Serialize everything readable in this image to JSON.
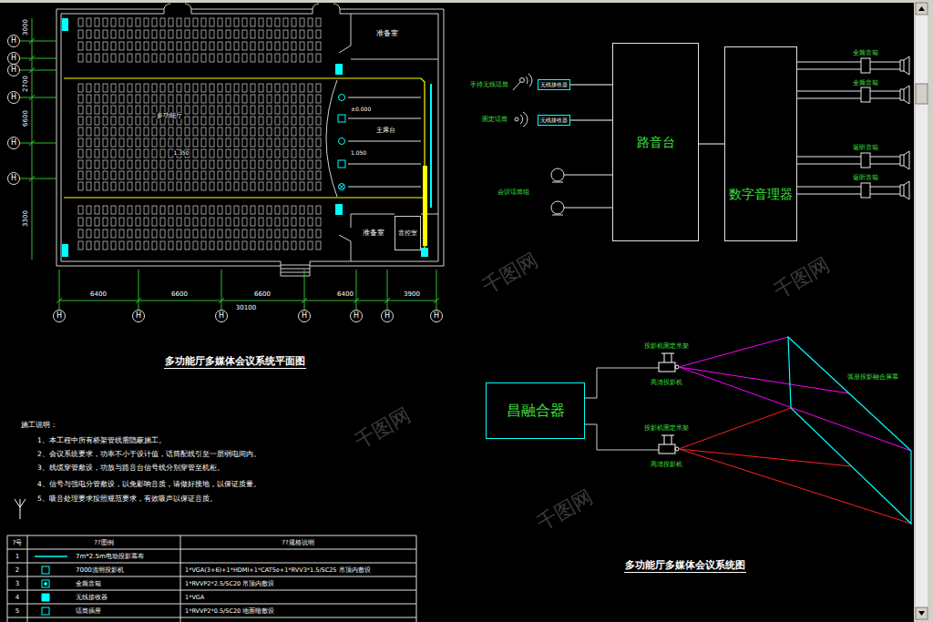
{
  "diagram": {
    "nodes": [
      {
        "text": [
          "音控室"
        ]
      },
      {
        "text": [
          "无线接收器"
        ]
      },
      {
        "text": [
          "无线接收器"
        ]
      },
      {
        "text": [
          "路音台"
        ]
      },
      {
        "text": [
          "数字音理器"
        ]
      },
      {
        "text": [
          "昌融合器"
        ]
      }
    ],
    "edges": [
      {
        "from": 1,
        "to": 3,
        "arrow": "none"
      },
      {
        "from": 2,
        "to": 3,
        "arrow": "none"
      },
      {
        "from": 3,
        "to": 4,
        "arrow": "none"
      }
    ],
    "labels": [
      "准备室",
      "主席台",
      "准备室",
      "多功能厅",
      "±0.000",
      "1.350",
      "1.050",
      "6400",
      "6600",
      "6600",
      "6400",
      "3900",
      "30100",
      "H",
      "H",
      "H",
      "H",
      "H",
      "H",
      "H",
      "H",
      "H",
      "H",
      "H",
      "H",
      "H",
      "3000",
      "2700",
      "6600",
      "3300",
      "多功能厅多媒体会议系统平面图",
      "手持无线话筒",
      "固定话筒",
      "会议话筒组",
      "全频音箱",
      "全频音箱",
      "返听音箱",
      "返听音箱",
      "投影机固定吊架",
      "高清投影机",
      "投影机固定吊架",
      "高清投影机",
      "弧形投影融合屏幕",
      "多功能厅多媒体会议系统图",
      "施工说明：",
      "1、本工程中所有桥架管线需隐蔽施工。",
      "2、会议系统要求，功率不小于设计值，话筒配线引至一层弱电间内。",
      "3、线缆穿管敷设，功放与路音台信号线分别穿管至机柜。",
      "4、信号与强电分管敷设，以免影响音质，请做好接地，以保证质量。",
      "5、吸音处理要求按照规范要求，有效吸声以保证音质。",
      "?号",
      "??图例",
      "??规格说明",
      "1",
      "7m*2.5m电动投影幕布",
      "2",
      "7000流明投影机",
      "1*VGA(3+6)+1*HDMI+1*CAT5e+1*RVV3*1.5/SC25 吊顶内敷设",
      "3",
      "全频音箱",
      "1*RVVP2*2.5/SC20 吊顶内敷设",
      "4",
      "无线接收器",
      "1*VGA",
      "5",
      "话筒插座",
      "1*RVVP2*0.5/SC20 地面暗敷设",
      "千图网",
      "千图网",
      "千图网",
      "千图网"
    ]
  }
}
